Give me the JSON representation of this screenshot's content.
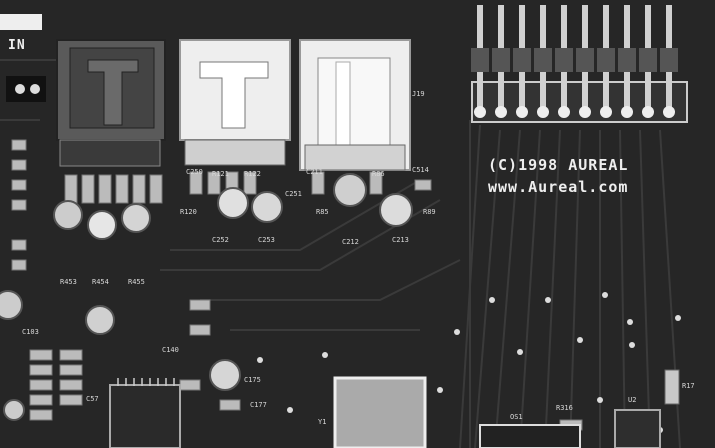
{
  "photo": {
    "silkscreen": {
      "copyright_line": "(C)1998 AUREAL",
      "url_line": "www.Aureal.com"
    },
    "labels": {
      "in": "IN",
      "c252": "C252",
      "c253": "C253",
      "c212": "C212",
      "c213": "C213",
      "c175": "C175",
      "c177": "C177",
      "r120": "R120",
      "r121": "R121",
      "r122": "R122",
      "r85": "R85",
      "r86": "R86",
      "r89": "R89",
      "c514": "C514",
      "c250": "C250",
      "c251": "C251",
      "r453": "R453",
      "r454": "R454",
      "r455": "R455",
      "c140": "C140",
      "j19": "J19",
      "c211": "C211",
      "r316": "R316",
      "os1": "OS1",
      "u2": "U2",
      "y1": "Y1",
      "c103": "C103",
      "c57": "C57",
      "r17": "R17"
    },
    "colors": {
      "board": "#262626",
      "connector_white": "#eeeeee",
      "connector_dark": "#5a5a5a",
      "silkscreen": "#eeeeee",
      "pins": "#d0d0d0"
    }
  }
}
